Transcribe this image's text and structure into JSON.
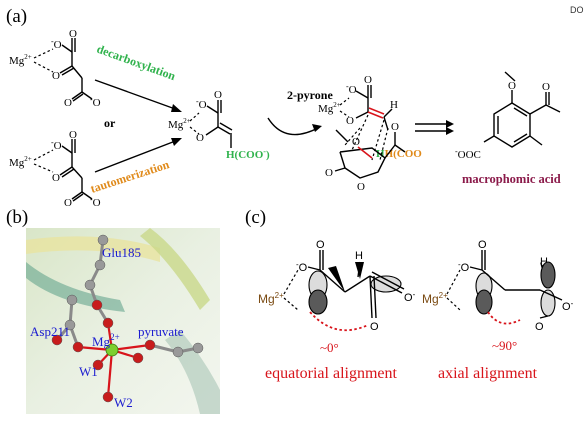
{
  "corner_text": "DO",
  "panel_a": {
    "label": "(a)",
    "mg": "Mg",
    "mg_charge": "2+",
    "oxygen_minus": "O",
    "oxygen": "O",
    "minus": "-",
    "decarboxylation": "decarboxylation",
    "or": "or",
    "tautomerization": "tautomerization",
    "reagent": "2-pyrone",
    "h_label": "H",
    "h_coo": "H(COO",
    "h_coo_end": ")",
    "macro_label": "macrophomic acid",
    "ooc": "-OOC",
    "carbonyl_o": "O"
  },
  "panel_b": {
    "label": "(b)",
    "glu": "Glu185",
    "asp": "Asp211",
    "pyruvate": "pyruvate",
    "mg": "Mg",
    "mg_charge": "2+",
    "w1": "W1",
    "w2": "W2"
  },
  "panel_c": {
    "label": "(c)",
    "mg": "Mg",
    "mg_charge": "2+",
    "angle_eq": "~0°",
    "angle_ax": "~90°",
    "eq_caption": "equatorial alignment",
    "ax_caption": "axial alignment",
    "o": "O",
    "minus": "-",
    "h": "H"
  },
  "colors": {
    "green": "#2fb24c",
    "orange": "#e08a1a",
    "red": "#d8141b",
    "purple": "#8b1a4a",
    "blue": "#1a1ad0",
    "brown": "#7a4a12"
  }
}
